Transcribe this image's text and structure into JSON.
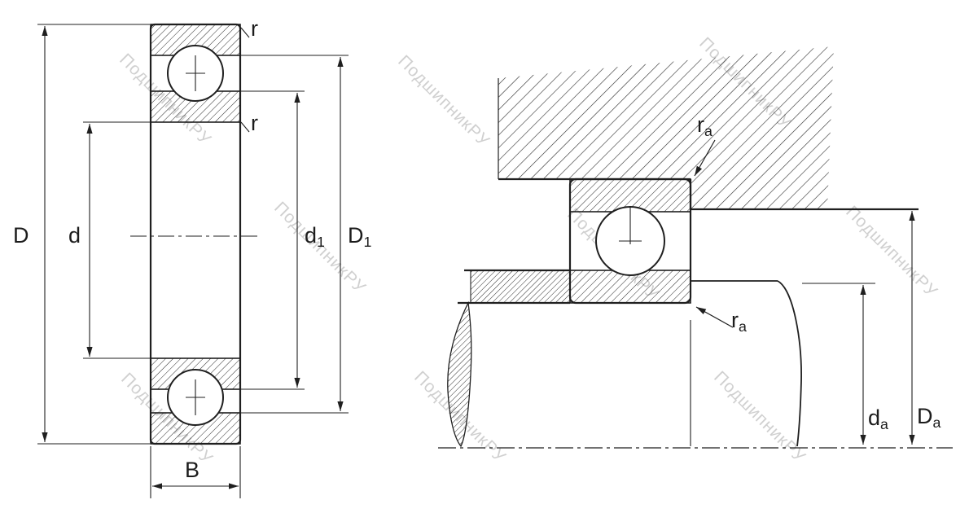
{
  "labels": {
    "D": {
      "main": "D",
      "sub": ""
    },
    "d": {
      "main": "d",
      "sub": ""
    },
    "d1": {
      "main": "d",
      "sub": "1"
    },
    "D1": {
      "main": "D",
      "sub": "1"
    },
    "B": {
      "main": "B",
      "sub": ""
    },
    "r_top": {
      "main": "r",
      "sub": ""
    },
    "r_mid": {
      "main": "r",
      "sub": ""
    },
    "ra_top": {
      "main": "r",
      "sub": "a"
    },
    "ra_bottom": {
      "main": "r",
      "sub": "a"
    },
    "da": {
      "main": "d",
      "sub": "a"
    },
    "Da": {
      "main": "D",
      "sub": "a"
    }
  },
  "watermark": {
    "text": "ПодшипникРУ"
  },
  "colors": {
    "line": "#1f1f1f",
    "watermark": "#c5c5c5",
    "background": "#ffffff"
  }
}
